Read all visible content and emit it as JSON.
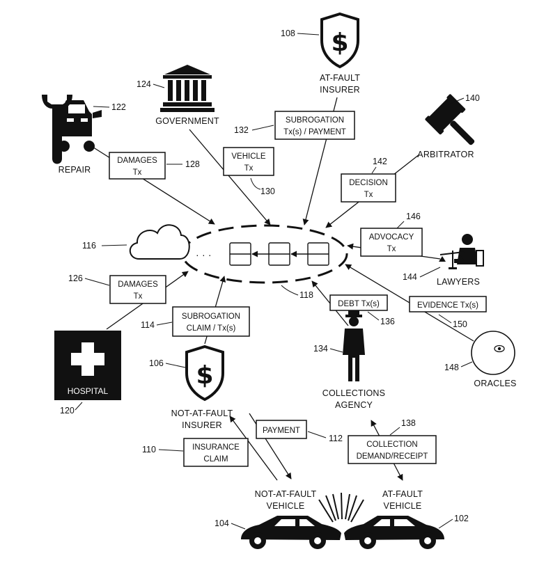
{
  "nodes": {
    "at_fault_insurer": {
      "line1": "AT-FAULT",
      "line2": "INSURER",
      "ref": "108"
    },
    "government": {
      "label": "GOVERNMENT",
      "ref": "124"
    },
    "repair": {
      "label": "REPAIR",
      "ref": "122"
    },
    "arbitrator": {
      "label": "ARBITRATOR",
      "ref": "140"
    },
    "lawyers": {
      "label": "LAWYERS",
      "ref": "144"
    },
    "cloud": {
      "ref": "116"
    },
    "ledger": {
      "ref": "118"
    },
    "hospital": {
      "label": "HOSPITAL",
      "ref": "120"
    },
    "not_at_fault_insurer": {
      "line1": "NOT-AT-FAULT",
      "line2": "INSURER",
      "ref": "106"
    },
    "collections_agency": {
      "line1": "COLLECTIONS",
      "line2": "AGENCY",
      "ref": "134"
    },
    "oracles": {
      "label": "ORACLES",
      "ref": "148"
    },
    "not_at_fault_vehicle": {
      "line1": "NOT-AT-FAULT",
      "line2": "VEHICLE",
      "ref": "104"
    },
    "at_fault_vehicle": {
      "line1": "AT-FAULT",
      "line2": "VEHICLE",
      "ref": "102"
    }
  },
  "transactions": {
    "damages_repair": {
      "line1": "DAMAGES",
      "line2": "Tx",
      "ref": "128"
    },
    "vehicle_tx": {
      "line1": "VEHICLE",
      "line2": "Tx",
      "ref": "130"
    },
    "subrogation_payment": {
      "line1": "SUBROGATION",
      "line2": "Tx(s) / PAYMENT",
      "ref": "132"
    },
    "decision_tx": {
      "line1": "DECISION",
      "line2": "Tx",
      "ref": "142"
    },
    "advocacy_tx": {
      "line1": "ADVOCACY",
      "line2": "Tx",
      "ref": "146"
    },
    "damages_hospital": {
      "line1": "DAMAGES",
      "line2": "Tx",
      "ref": "126"
    },
    "subrogation_claim": {
      "line1": "SUBROGATION",
      "line2": "CLAIM / Tx(s)",
      "ref": "114"
    },
    "debt_tx": {
      "label": "DEBT Tx(s)",
      "ref": "136"
    },
    "evidence_tx": {
      "label": "EVIDENCE Tx(s)",
      "ref": "150"
    },
    "insurance_claim": {
      "line1": "INSURANCE",
      "line2": "CLAIM",
      "ref": "110"
    },
    "payment": {
      "label": "PAYMENT",
      "ref": "112"
    },
    "collection_demand": {
      "line1": "COLLECTION",
      "line2": "DEMAND/RECEIPT",
      "ref": "138"
    }
  },
  "symbols": {
    "dollar": "$",
    "ellipsis": "· · ·"
  },
  "icons": [
    "shield-dollar-icon",
    "courthouse-icon",
    "wrench-car-icon",
    "gavel-icon",
    "lawyer-scales-icon",
    "cloud-icon",
    "blockchain-icon",
    "hospital-cross-icon",
    "debt-collector-icon",
    "oracle-eye-icon",
    "car-icon",
    "collision-burst-icon"
  ]
}
